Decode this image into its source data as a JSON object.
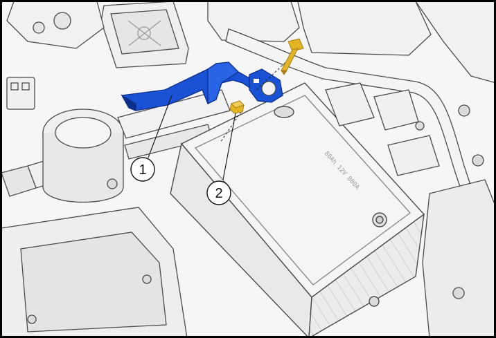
{
  "diagram": {
    "callouts": [
      {
        "number": "1",
        "target": "battery-cable"
      },
      {
        "number": "2",
        "target": "nut"
      }
    ],
    "battery_marking": "80Ah 12V 800A",
    "colors": {
      "cable_highlight": "#1a52d6",
      "cable_shadow": "#0d2f8a",
      "fastener": "#e3b422",
      "fastener_shadow": "#a9801a",
      "line_art": "#4a4a4a",
      "fill_light": "#f3f3f3",
      "fill_mid": "#e2e2e2",
      "frame": "#000000"
    }
  }
}
